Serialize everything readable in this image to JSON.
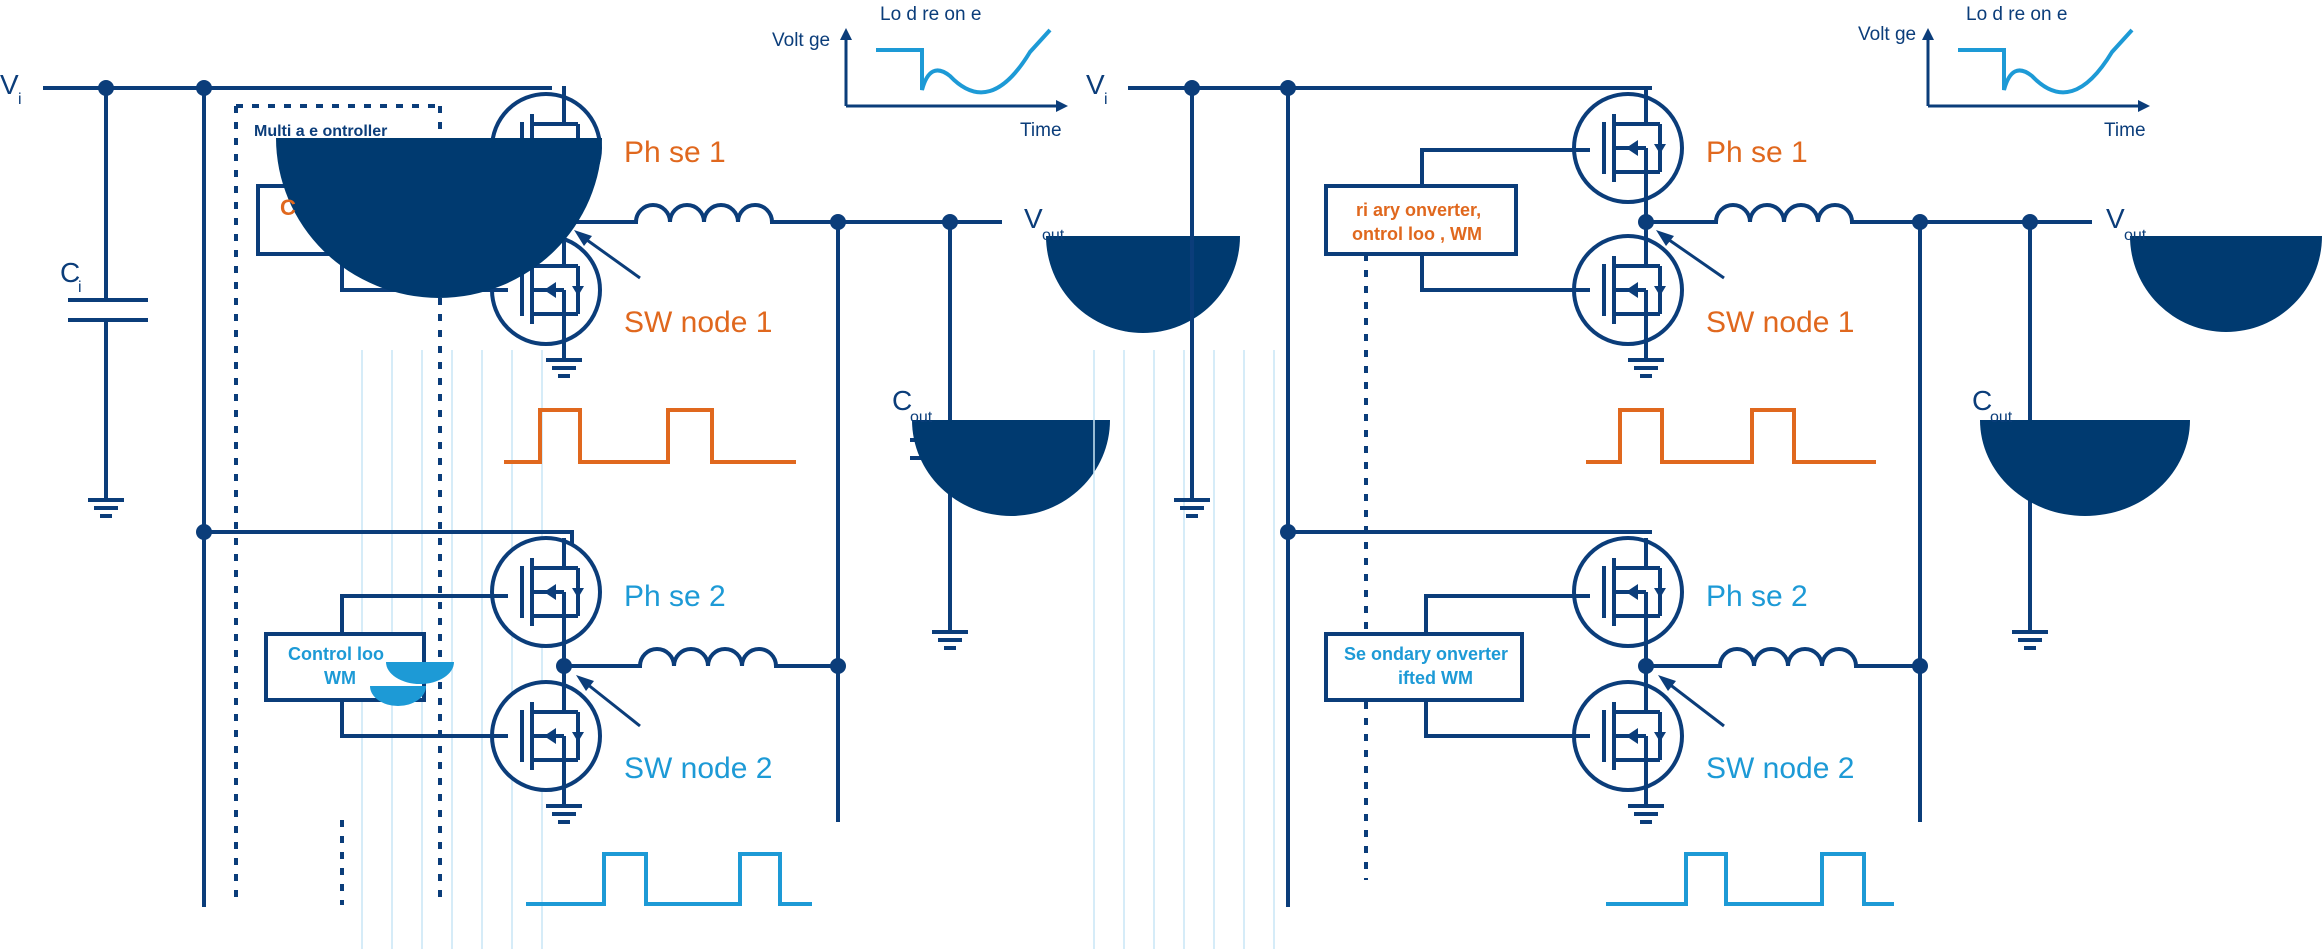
{
  "colors": {
    "wire": "#0b3d7a",
    "phase1": "#e0681e",
    "phase2": "#1d9ad6",
    "overlay": "#003a70",
    "grid": "#c9e6f5"
  },
  "inset": {
    "voltage_label": "Volt ge",
    "title": "Lo d re  on e",
    "time_label": "Time"
  },
  "left": {
    "vin_main": "V",
    "vin_sub": "i",
    "cin_main": "C",
    "cin_sub": "i",
    "controller_title": "Multi  a e  ontroller",
    "ctrl1_text": "C",
    "phase1": "Ph  se 1",
    "sw1": "SW node 1",
    "vout_main": "V",
    "vout_sub": "out",
    "cout_main": "C",
    "cout_sub": "out",
    "phase2": "Ph  se 2",
    "sw2": "SW node 2",
    "ctrl2_line1": "Control loo",
    "ctrl2_line2": "WM"
  },
  "right": {
    "vin_main": "V",
    "vin_sub": "i",
    "primary_line1": "ri  ary  onverter,",
    "primary_line2": "ontrol loo  ,  WM",
    "phase1": "Ph  se 1",
    "sw1": "SW node 1",
    "vout_main": "V",
    "vout_sub": "out",
    "cout_main": "C",
    "cout_sub": "out",
    "phase2": "Ph  se 2",
    "sw2": "SW node 2",
    "secondary_line1": "Se  ondary  onverter",
    "secondary_line2": "ifted  WM"
  }
}
